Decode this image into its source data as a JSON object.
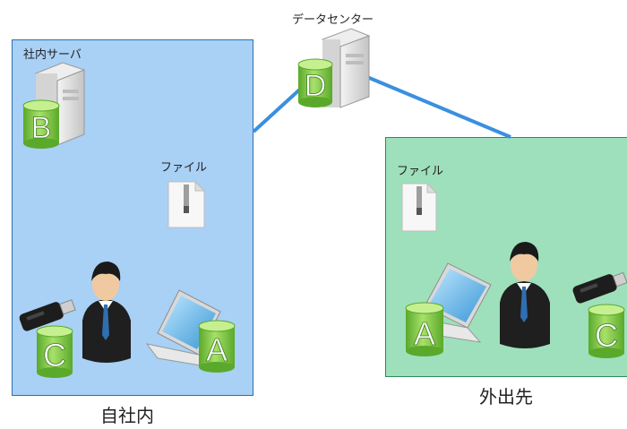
{
  "datacenter": {
    "label": "データセンター",
    "server_letter": "D"
  },
  "office": {
    "caption": "自社内",
    "server_label": "社内サーバ",
    "server_letter": "B",
    "file_label": "ファイル",
    "usb_letter": "C",
    "laptop_letter": "A"
  },
  "remote": {
    "caption": "外出先",
    "file_label": "ファイル",
    "laptop_letter": "A",
    "usb_letter": "C"
  },
  "colors": {
    "office_bg": "#a9d0f5",
    "remote_bg": "#9ee0bb",
    "link": "#3a8fe0",
    "cylinder": "#8fd14f"
  }
}
